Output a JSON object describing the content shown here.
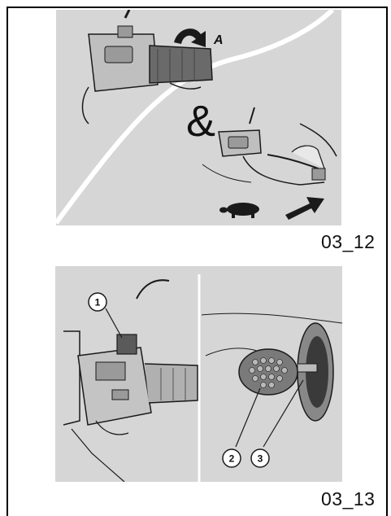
{
  "figures": [
    {
      "label": "03_12",
      "callout_letter": "A",
      "symbol": "&",
      "icons": [
        "throttle-rotate-arrow-icon",
        "turtle-icon",
        "push-arrow-icon"
      ]
    },
    {
      "label": "03_13",
      "callouts": [
        "1",
        "2",
        "3"
      ]
    }
  ],
  "colors": {
    "illustration_bg": "#d6d6d6",
    "line": "#1a1a1a",
    "curve": "#ffffff"
  }
}
